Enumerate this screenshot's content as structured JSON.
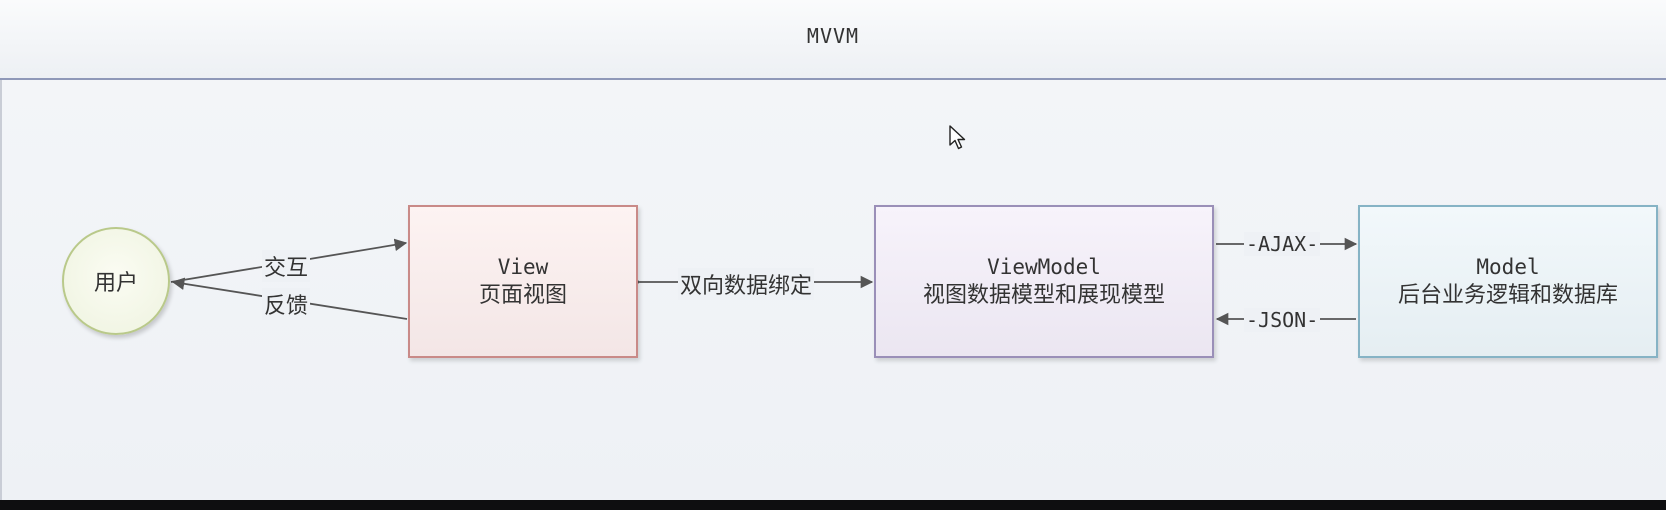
{
  "pool": {
    "title": "MVVM"
  },
  "nodes": {
    "user": {
      "label": "用户"
    },
    "view": {
      "title": "View",
      "subtitle": "页面视图"
    },
    "viewmodel": {
      "title": "ViewModel",
      "subtitle": "视图数据模型和展现模型"
    },
    "model": {
      "title": "Model",
      "subtitle": "后台业务逻辑和数据库"
    }
  },
  "edges": {
    "interact": "交互",
    "feedback": "反馈",
    "binding": "双向数据绑定",
    "ajax": "-AJAX-",
    "json": "-JSON-"
  },
  "colors": {
    "user_border": "#b9c98a",
    "view_border": "#c98a88",
    "viewmodel_border": "#9a8fb8",
    "model_border": "#86b3c5",
    "edge": "#555555"
  },
  "cursor_icon": "mouse-pointer-icon"
}
